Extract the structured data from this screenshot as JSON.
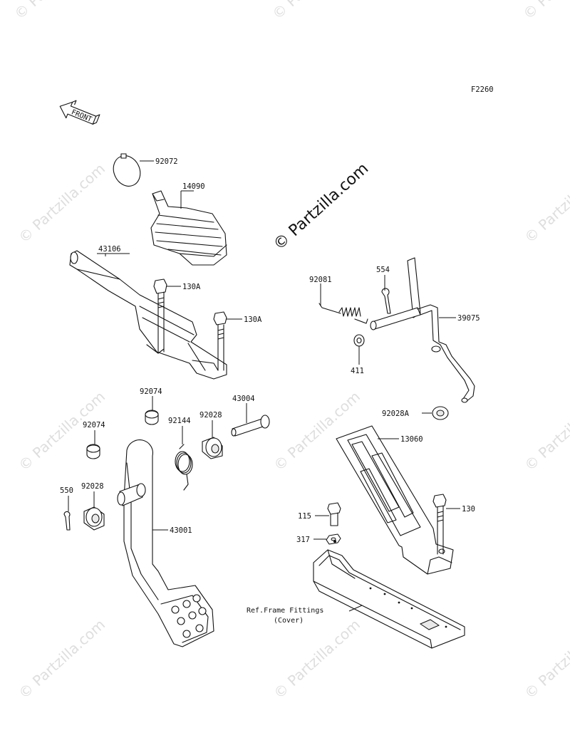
{
  "diagram_code": "F2260",
  "front_label": "FRONT",
  "watermark": "© Partzilla.com",
  "watermark_center": "© Partzilla.com",
  "reference_note": {
    "line1": "Ref.Frame Fittings",
    "line2": "(Cover)"
  },
  "callouts": {
    "p92072": "92072",
    "p14090": "14090",
    "p43106": "43106",
    "p130a_1": "130A",
    "p130a_2": "130A",
    "p92081": "92081",
    "p554": "554",
    "p39075": "39075",
    "p411": "411",
    "p92074_a": "92074",
    "p92074_b": "92074",
    "p92144": "92144",
    "p92028_a": "92028",
    "p43004": "43004",
    "p92028a": "92028A",
    "p13060": "13060",
    "p550": "550",
    "p92028_b": "92028",
    "p43001": "43001",
    "p115": "115",
    "p130": "130",
    "p317": "317"
  }
}
